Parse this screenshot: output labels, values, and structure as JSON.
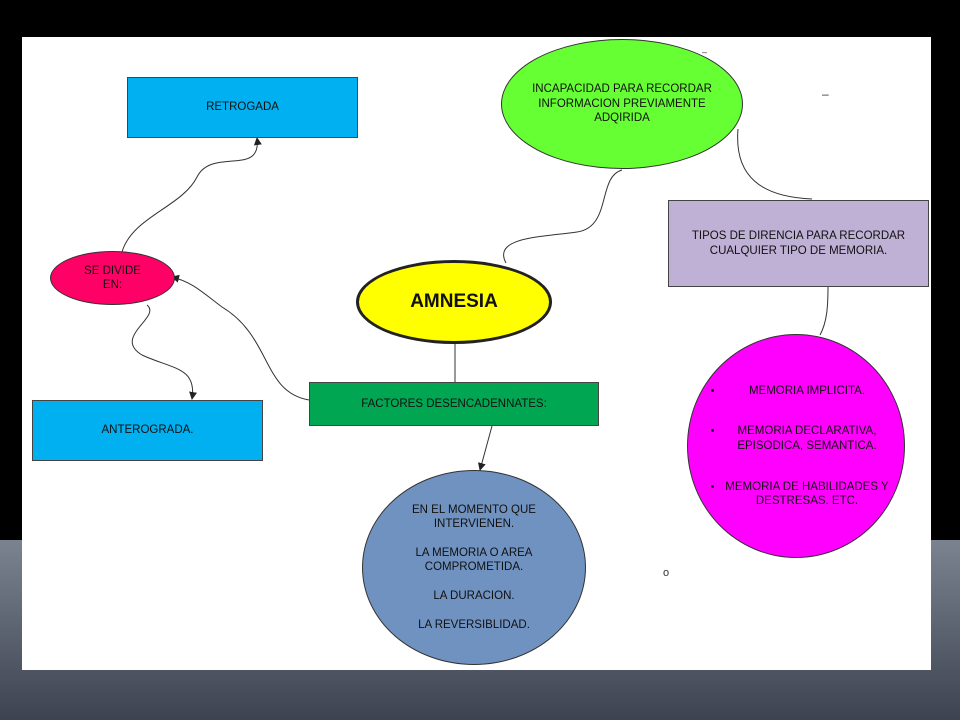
{
  "nodes": {
    "retrogada": "RETROGADA",
    "incapacidad": "INCAPACIDAD PARA RECORDAR\nINFORMACION PREVIAMENTE\nADQIRIDA",
    "tipos": "TIPOS DE DIRENCIA PARA RECORDAR\nCUALQUIER TIPO DE MEMORIA.",
    "se_divide": "SE DIVIDE\nEN:",
    "amnesia": "AMNESIA",
    "factores": "FACTORES DESENCADENNATES:",
    "anterograda": "ANTEROGRADA.",
    "momento": "EN EL MOMENTO QUE\nINTERVIENEN.\n\nLA MEMORIA O AREA\nCOMPROMETIDA.\n\nLA DURACION.\n\nLA REVERSIBLIDAD.",
    "memorias": [
      "MEMORIA IMPLICITA.",
      "MEMORIA DECLARATIVA, EPISODICA, SEMANTICA.",
      "MEMORIA DE HABILIDADES Y DESTRESAS. ETC."
    ]
  },
  "marks": {
    "dash_symbol": "–",
    "small_mark": "o"
  },
  "colors": {
    "blue": "#00b0f0",
    "green": "#00a651",
    "lime": "#66ff33",
    "lavender": "#bfb1d5",
    "magenta": "#ff00ff",
    "steel": "#6f92c0",
    "pink": "#ff0066",
    "yellow": "#ffff00"
  }
}
